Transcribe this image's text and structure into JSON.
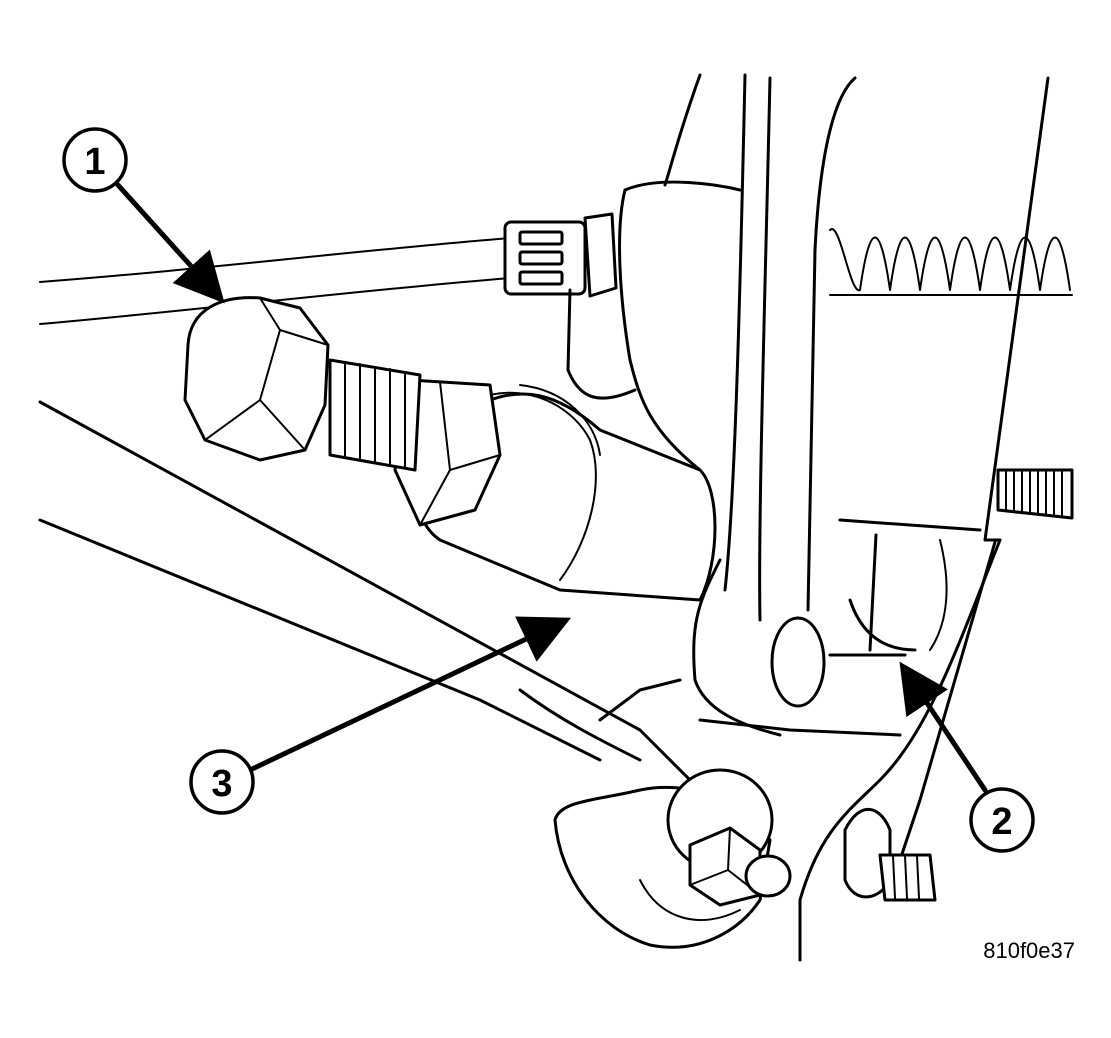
{
  "callouts": [
    {
      "id": "callout-1",
      "label": "1"
    },
    {
      "id": "callout-2",
      "label": "2"
    },
    {
      "id": "callout-3",
      "label": "3"
    }
  ],
  "figure_id": "810f0e37"
}
